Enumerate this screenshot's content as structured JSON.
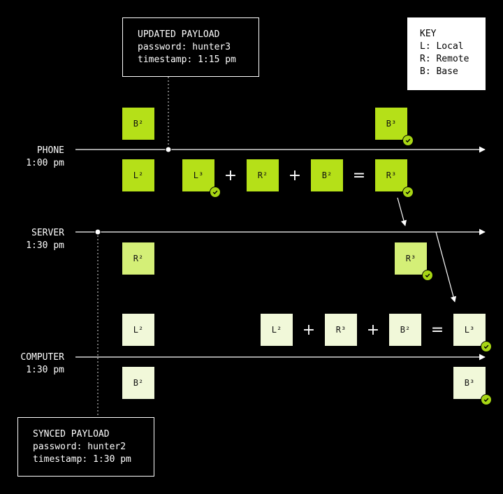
{
  "notes": {
    "updated": {
      "title": "UPDATED PAYLOAD",
      "line1": "password: hunter3",
      "line2": "timestamp: 1:15 pm"
    },
    "synced": {
      "title": "SYNCED PAYLOAD",
      "line1": "password: hunter2",
      "line2": "timestamp: 1:30 pm"
    }
  },
  "key": {
    "title": "KEY",
    "local": "L: Local",
    "remote": "R: Remote",
    "base": "B: Base"
  },
  "lanes": {
    "phone": {
      "name": "PHONE",
      "time": "1:00 pm"
    },
    "server": {
      "name": "SERVER",
      "time": "1:30 pm"
    },
    "computer": {
      "name": "COMPUTER",
      "time": "1:30 pm"
    }
  },
  "boxes": {
    "phone_b2": "B²",
    "phone_b3": "B³",
    "phone_l2": "L²",
    "phone_l3": "L³",
    "phone_r2": "R²",
    "phone_b2m": "B²",
    "phone_r3": "R³",
    "server_r2": "R²",
    "server_r3": "R³",
    "comp_l2": "L²",
    "comp_l2m": "L²",
    "comp_r3": "R³",
    "comp_b2m": "B²",
    "comp_l3": "L³",
    "comp_b2": "B²",
    "comp_b3": "B³"
  },
  "ops": {
    "plus": "+",
    "equals": "="
  },
  "colors": {
    "background": "#000000",
    "phone_green": "#b5e018",
    "server_green": "#d4ef77",
    "computer_green": "#f1f8d9",
    "check": "#a7d614"
  },
  "icons": {
    "check": "check-icon"
  }
}
